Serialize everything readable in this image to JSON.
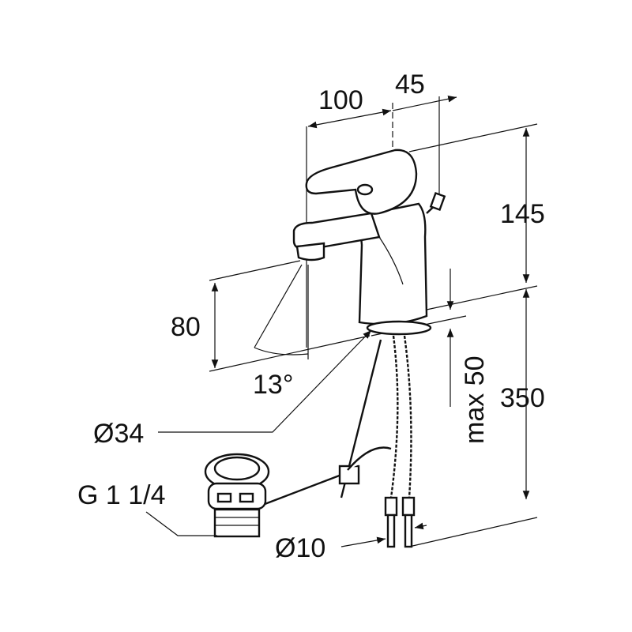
{
  "dimensions": {
    "spout_reach": "100",
    "lever_offset": "45",
    "height_above": "145",
    "spout_height": "80",
    "spray_angle": "13°",
    "hole_diameter": "Ø34",
    "max_thickness": "max 50",
    "below_height": "350",
    "drain_thread": "G 1 1/4",
    "hose_diameter": "Ø10"
  },
  "colors": {
    "line": "#111111",
    "background": "#ffffff"
  }
}
